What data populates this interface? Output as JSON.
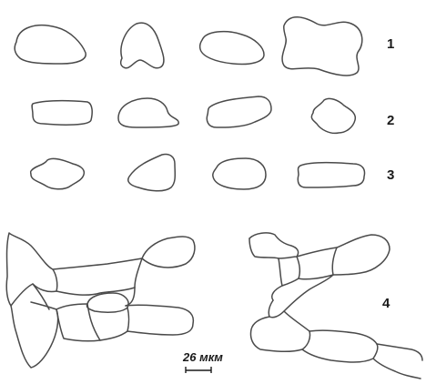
{
  "row_labels": [
    "1",
    "2",
    "3",
    "4"
  ],
  "scale_bar": {
    "label": "26 мкм"
  },
  "colors": {
    "outline": "#4a4a4a",
    "text": "#1a1a1a",
    "background": "#ffffff"
  }
}
